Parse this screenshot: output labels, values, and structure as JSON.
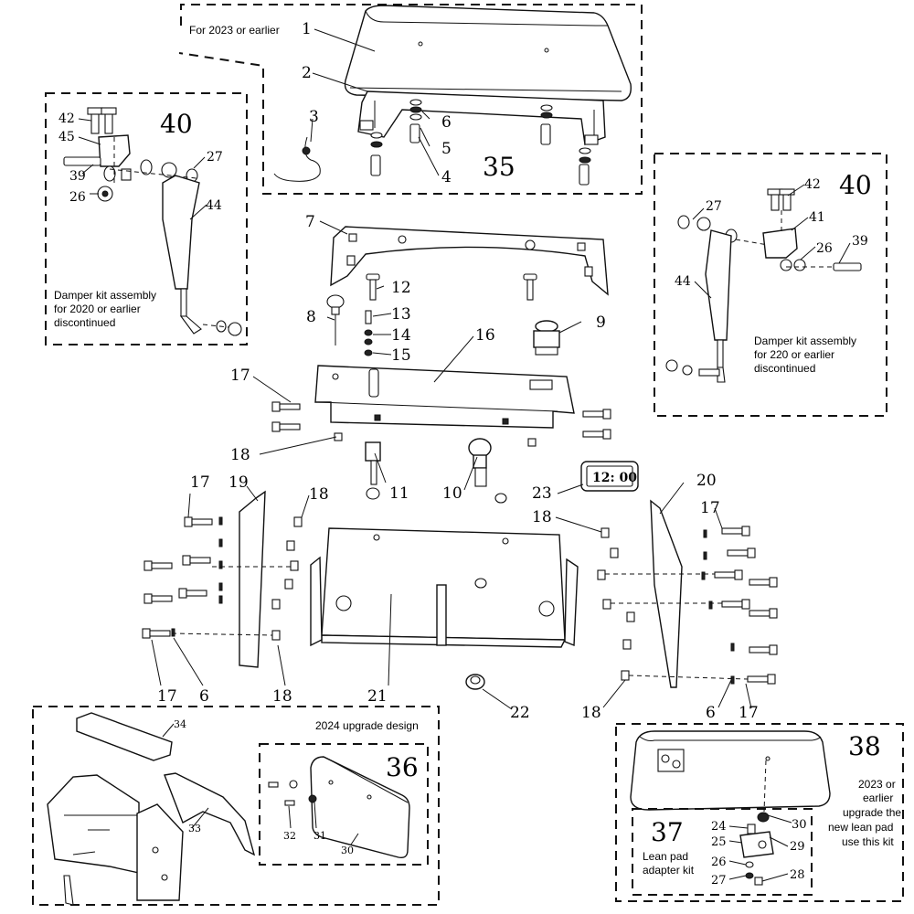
{
  "notes": {
    "top_note": "For 2023 or earlier",
    "damper_left": [
      "Damper kit assembly",
      "for 2020 or earlier",
      "discontinued"
    ],
    "damper_right": [
      "Damper kit assembly",
      "for 220 or earlier",
      "discontinued"
    ],
    "upgrade_2024": "2024 upgrade design",
    "right_bottom": [
      "2023 or",
      "earlier",
      "upgrade the",
      "new lean pad",
      "use this kit"
    ],
    "lean_pad": [
      "Lean pad",
      "adapter kit"
    ]
  },
  "display_text": "12: 00",
  "group_labels": {
    "g35": "35",
    "g40_left": "40",
    "g40_right": "40",
    "g36": "36",
    "g37": "37",
    "g38": "38"
  },
  "callouts": {
    "c1": "1",
    "c2": "2",
    "c3": "3",
    "c4": "4",
    "c5": "5",
    "c6": "6",
    "c7": "7",
    "c8": "8",
    "c9": "9",
    "c10": "10",
    "c11": "11",
    "c12": "12",
    "c13": "13",
    "c14": "14",
    "c15": "15",
    "c16": "16",
    "c17a": "17",
    "c17b": "17",
    "c17c": "17",
    "c17d": "17",
    "c17e": "17",
    "c18a": "18",
    "c18b": "18",
    "c18c": "18",
    "c18d": "18",
    "c18e": "18",
    "c19": "19",
    "c20": "20",
    "c21": "21",
    "c22": "22",
    "c23": "23",
    "c6b": "6",
    "c6c": "6",
    "l42": "42",
    "l45": "45",
    "l39": "39",
    "l26": "26",
    "l27": "27",
    "l44": "44",
    "r27": "27",
    "r42": "42",
    "r41": "41",
    "r26": "26",
    "r39": "39",
    "r44": "44",
    "c34": "34",
    "c33": "33",
    "c32": "32",
    "c31": "31",
    "c30a": "30",
    "c24": "24",
    "c25": "25",
    "c26b": "26",
    "c27b": "27",
    "c28": "28",
    "c29": "29",
    "c30b": "30"
  }
}
